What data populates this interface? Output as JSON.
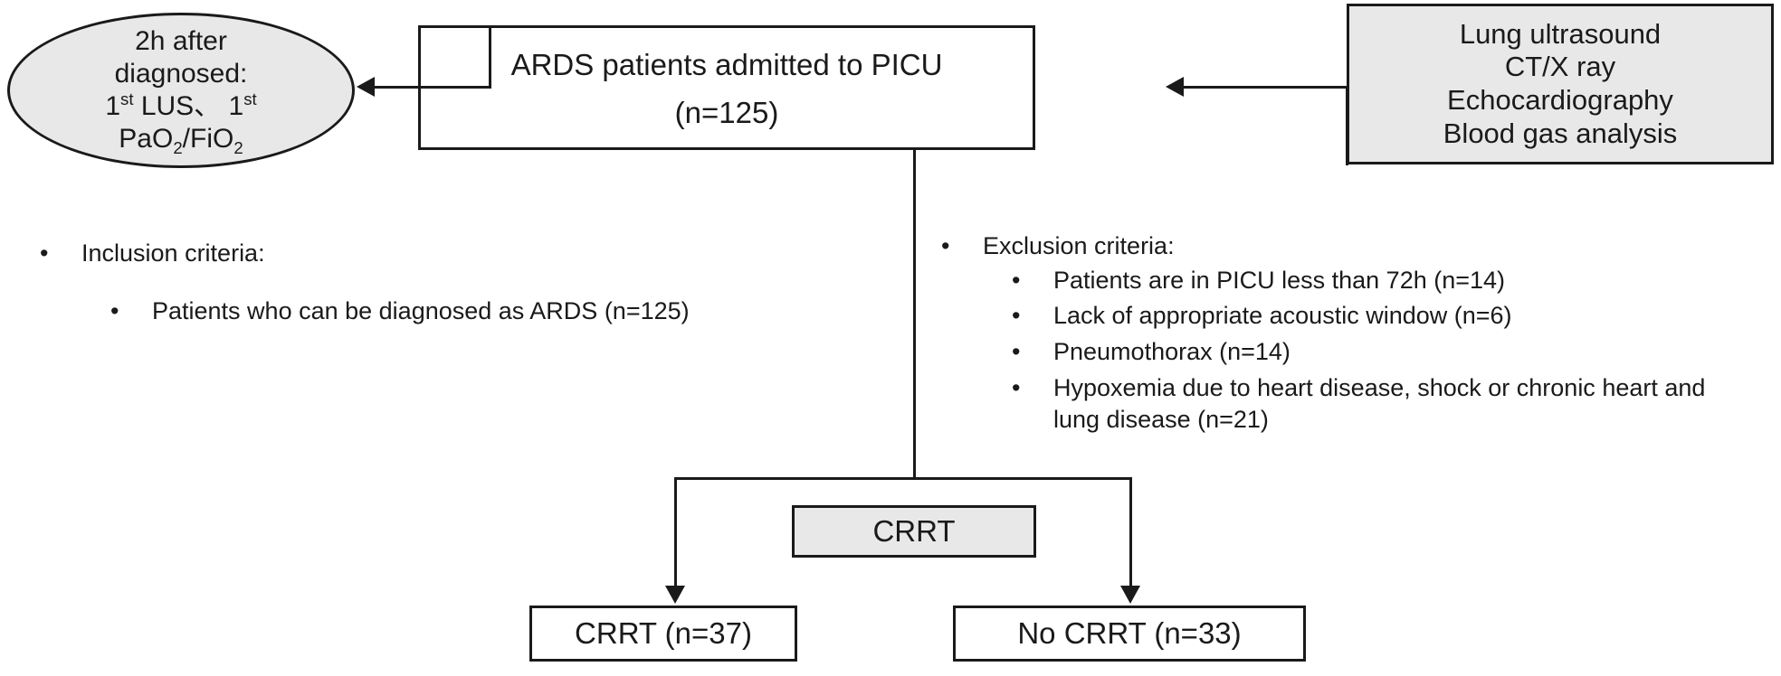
{
  "diagram": {
    "title": "ARDS PICU patient enrollment flow chart",
    "colors": {
      "shaded_fill": "#e8e8e8",
      "stroke": "#1a1a1a",
      "background": "#ffffff"
    },
    "ellipse_timepoint": {
      "line1": "2h after",
      "line2": "diagnosed:",
      "line3_pre": "1",
      "line3_sup": "st",
      "line3_mid": " LUS、  1",
      "line3_sup2": "st",
      "line4_pre": "PaO",
      "line4_sub": "2",
      "line4_mid": "/FiO",
      "line4_sub2": "2"
    },
    "box_population": {
      "line1": "ARDS patients admitted to PICU",
      "line2": "(n=125)"
    },
    "box_modalities": {
      "line1": "Lung ultrasound",
      "line2": "CT/X ray",
      "line3": "Echocardiography",
      "line4": "Blood gas analysis"
    },
    "inclusion": {
      "heading": "Inclusion criteria:",
      "items": [
        "Patients who can be diagnosed as ARDS (n=125)"
      ]
    },
    "exclusion": {
      "heading": "Exclusion criteria:",
      "items": [
        "Patients are in PICU less than 72h (n=14)",
        "Lack of appropriate acoustic window (n=6)",
        "Pneumothorax (n=14)",
        "Hypoxemia due to heart disease, shock or chronic heart and lung disease (n=21)"
      ]
    },
    "group_label": {
      "label": "CRRT"
    },
    "outcome_boxes": [
      {
        "label": "CRRT (n=37)"
      },
      {
        "label": "No CRRT (n=33)"
      }
    ],
    "bullet_glyph": "•"
  }
}
